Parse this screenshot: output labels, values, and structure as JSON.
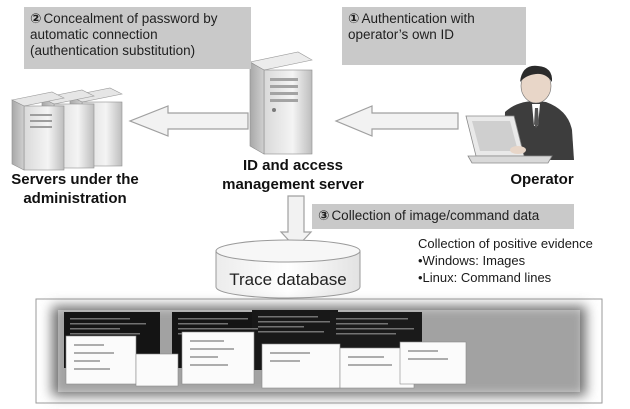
{
  "callouts": {
    "concealment": {
      "number": "②",
      "text": "Concealment of password by automatic connection (authentication substitution)"
    },
    "authentication": {
      "number": "①",
      "text": "Authentication with operator’s own ID"
    },
    "collection": {
      "number": "③",
      "text": "Collection of image/command data"
    }
  },
  "labels": {
    "servers": "Servers under the administration",
    "id_server": "ID and access management server",
    "operator": "Operator",
    "database": "Trace database"
  },
  "evidence": {
    "title": "Collection of positive evidence",
    "items": [
      "•Windows: Images",
      "•Linux: Command lines"
    ]
  },
  "colors": {
    "callout_bg": "#c9c9c9",
    "arrow_fill": "#f2f2f2",
    "arrow_stroke": "#a0a0a0"
  }
}
